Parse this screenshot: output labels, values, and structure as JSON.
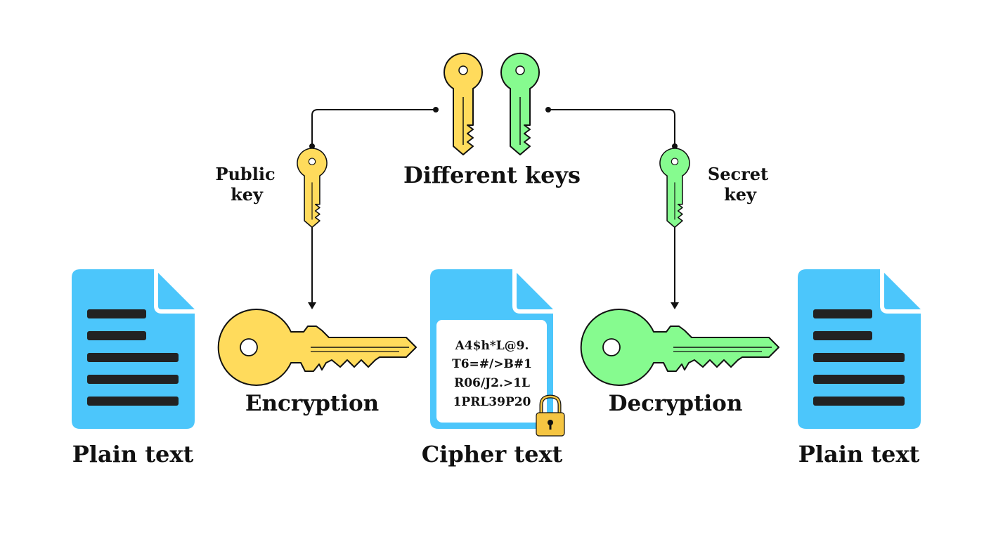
{
  "colors": {
    "public_key": "#ffdb5c",
    "secret_key": "#86fb8f",
    "document": "#4cc6fb",
    "line": "#111111",
    "lock": "#f5c542"
  },
  "keys": {
    "center_label": "Different keys",
    "public": {
      "line1": "Public",
      "line2": "key"
    },
    "secret": {
      "line1": "Secret",
      "line2": "key"
    }
  },
  "steps": {
    "encryption": "Encryption",
    "decryption": "Decryption"
  },
  "documents": {
    "left_label": "Plain text",
    "center_label": "Cipher text",
    "right_label": "Plain text"
  },
  "cipher_lines": [
    "A4$h*L@9.",
    "T6=#/>B#1",
    "R06/J2.>1L",
    "1PRL39P20"
  ],
  "icons": [
    "key-icon",
    "document-icon",
    "padlock-icon"
  ]
}
